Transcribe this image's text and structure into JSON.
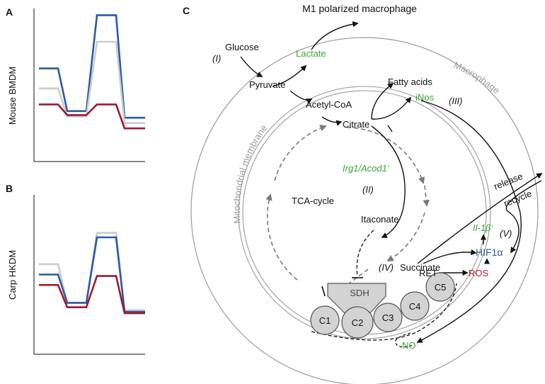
{
  "panels": {
    "a": {
      "letter": "A",
      "ylabel": "Mouse BMDM",
      "chart_data": {
        "type": "line",
        "series": [
          {
            "color": "#2b59a8",
            "values": [
              0.55,
              0.55,
              0.23,
              0.23,
              0.95,
              0.95,
              0.18,
              0.18
            ]
          },
          {
            "color": "#cccccc",
            "values": [
              0.4,
              0.4,
              0.19,
              0.19,
              0.75,
              0.75,
              0.14,
              0.14
            ]
          },
          {
            "color": "#a3182e",
            "values": [
              0.28,
              0.28,
              0.2,
              0.2,
              0.28,
              0.28,
              0.1,
              0.1
            ]
          }
        ],
        "ylim": [
          0,
          1
        ]
      }
    },
    "b": {
      "letter": "B",
      "ylabel": "Carp HKDM",
      "chart_data": {
        "type": "line",
        "series": [
          {
            "color": "#cccccc",
            "values": [
              0.52,
              0.52,
              0.26,
              0.26,
              0.73,
              0.73,
              0.21,
              0.21
            ]
          },
          {
            "color": "#2b59a8",
            "values": [
              0.45,
              0.45,
              0.26,
              0.26,
              0.7,
              0.7,
              0.2,
              0.2
            ]
          },
          {
            "color": "#a3182e",
            "values": [
              0.38,
              0.38,
              0.23,
              0.23,
              0.44,
              0.44,
              0.19,
              0.19
            ]
          }
        ],
        "ylim": [
          0,
          1
        ]
      }
    }
  },
  "diagram": {
    "letter": "C",
    "title": "M1 polarized macrophage",
    "labels": {
      "glucose": "Glucose",
      "step1": "(I)",
      "lactate": "Lactate",
      "pyruvate": "Pyruvate",
      "fatty_acids": "Fatty acids",
      "acetyl_coa": "Acetyl-CoA",
      "inos": "iNos",
      "step3": "(III)",
      "citrate": "Citrate",
      "irg1": "Irg1/Acod1",
      "step2": "(II)",
      "tca": "TCA-cycle",
      "itaconate": "Itaconate",
      "step4": "(IV)",
      "succinate": "Succinate",
      "ret": "RET",
      "ros": "ROS",
      "hif": "HIF1α",
      "il1b": "Il-1β",
      "step5": "(V)",
      "no": "NO",
      "release": "release",
      "recycle": "recycle",
      "macrophage": "Macrophage",
      "mito_membrane": "Mitochondrial membrane",
      "sdh": "SDH",
      "c1": "C1",
      "c2": "C2",
      "c3": "C3",
      "c4": "C4",
      "c5": "C5",
      "up_arrow": "↑"
    },
    "colors": {
      "green": "#3aa63a",
      "blue": "#2b59a8",
      "red": "#b01d2e",
      "grey": "#9a9a9a"
    }
  }
}
